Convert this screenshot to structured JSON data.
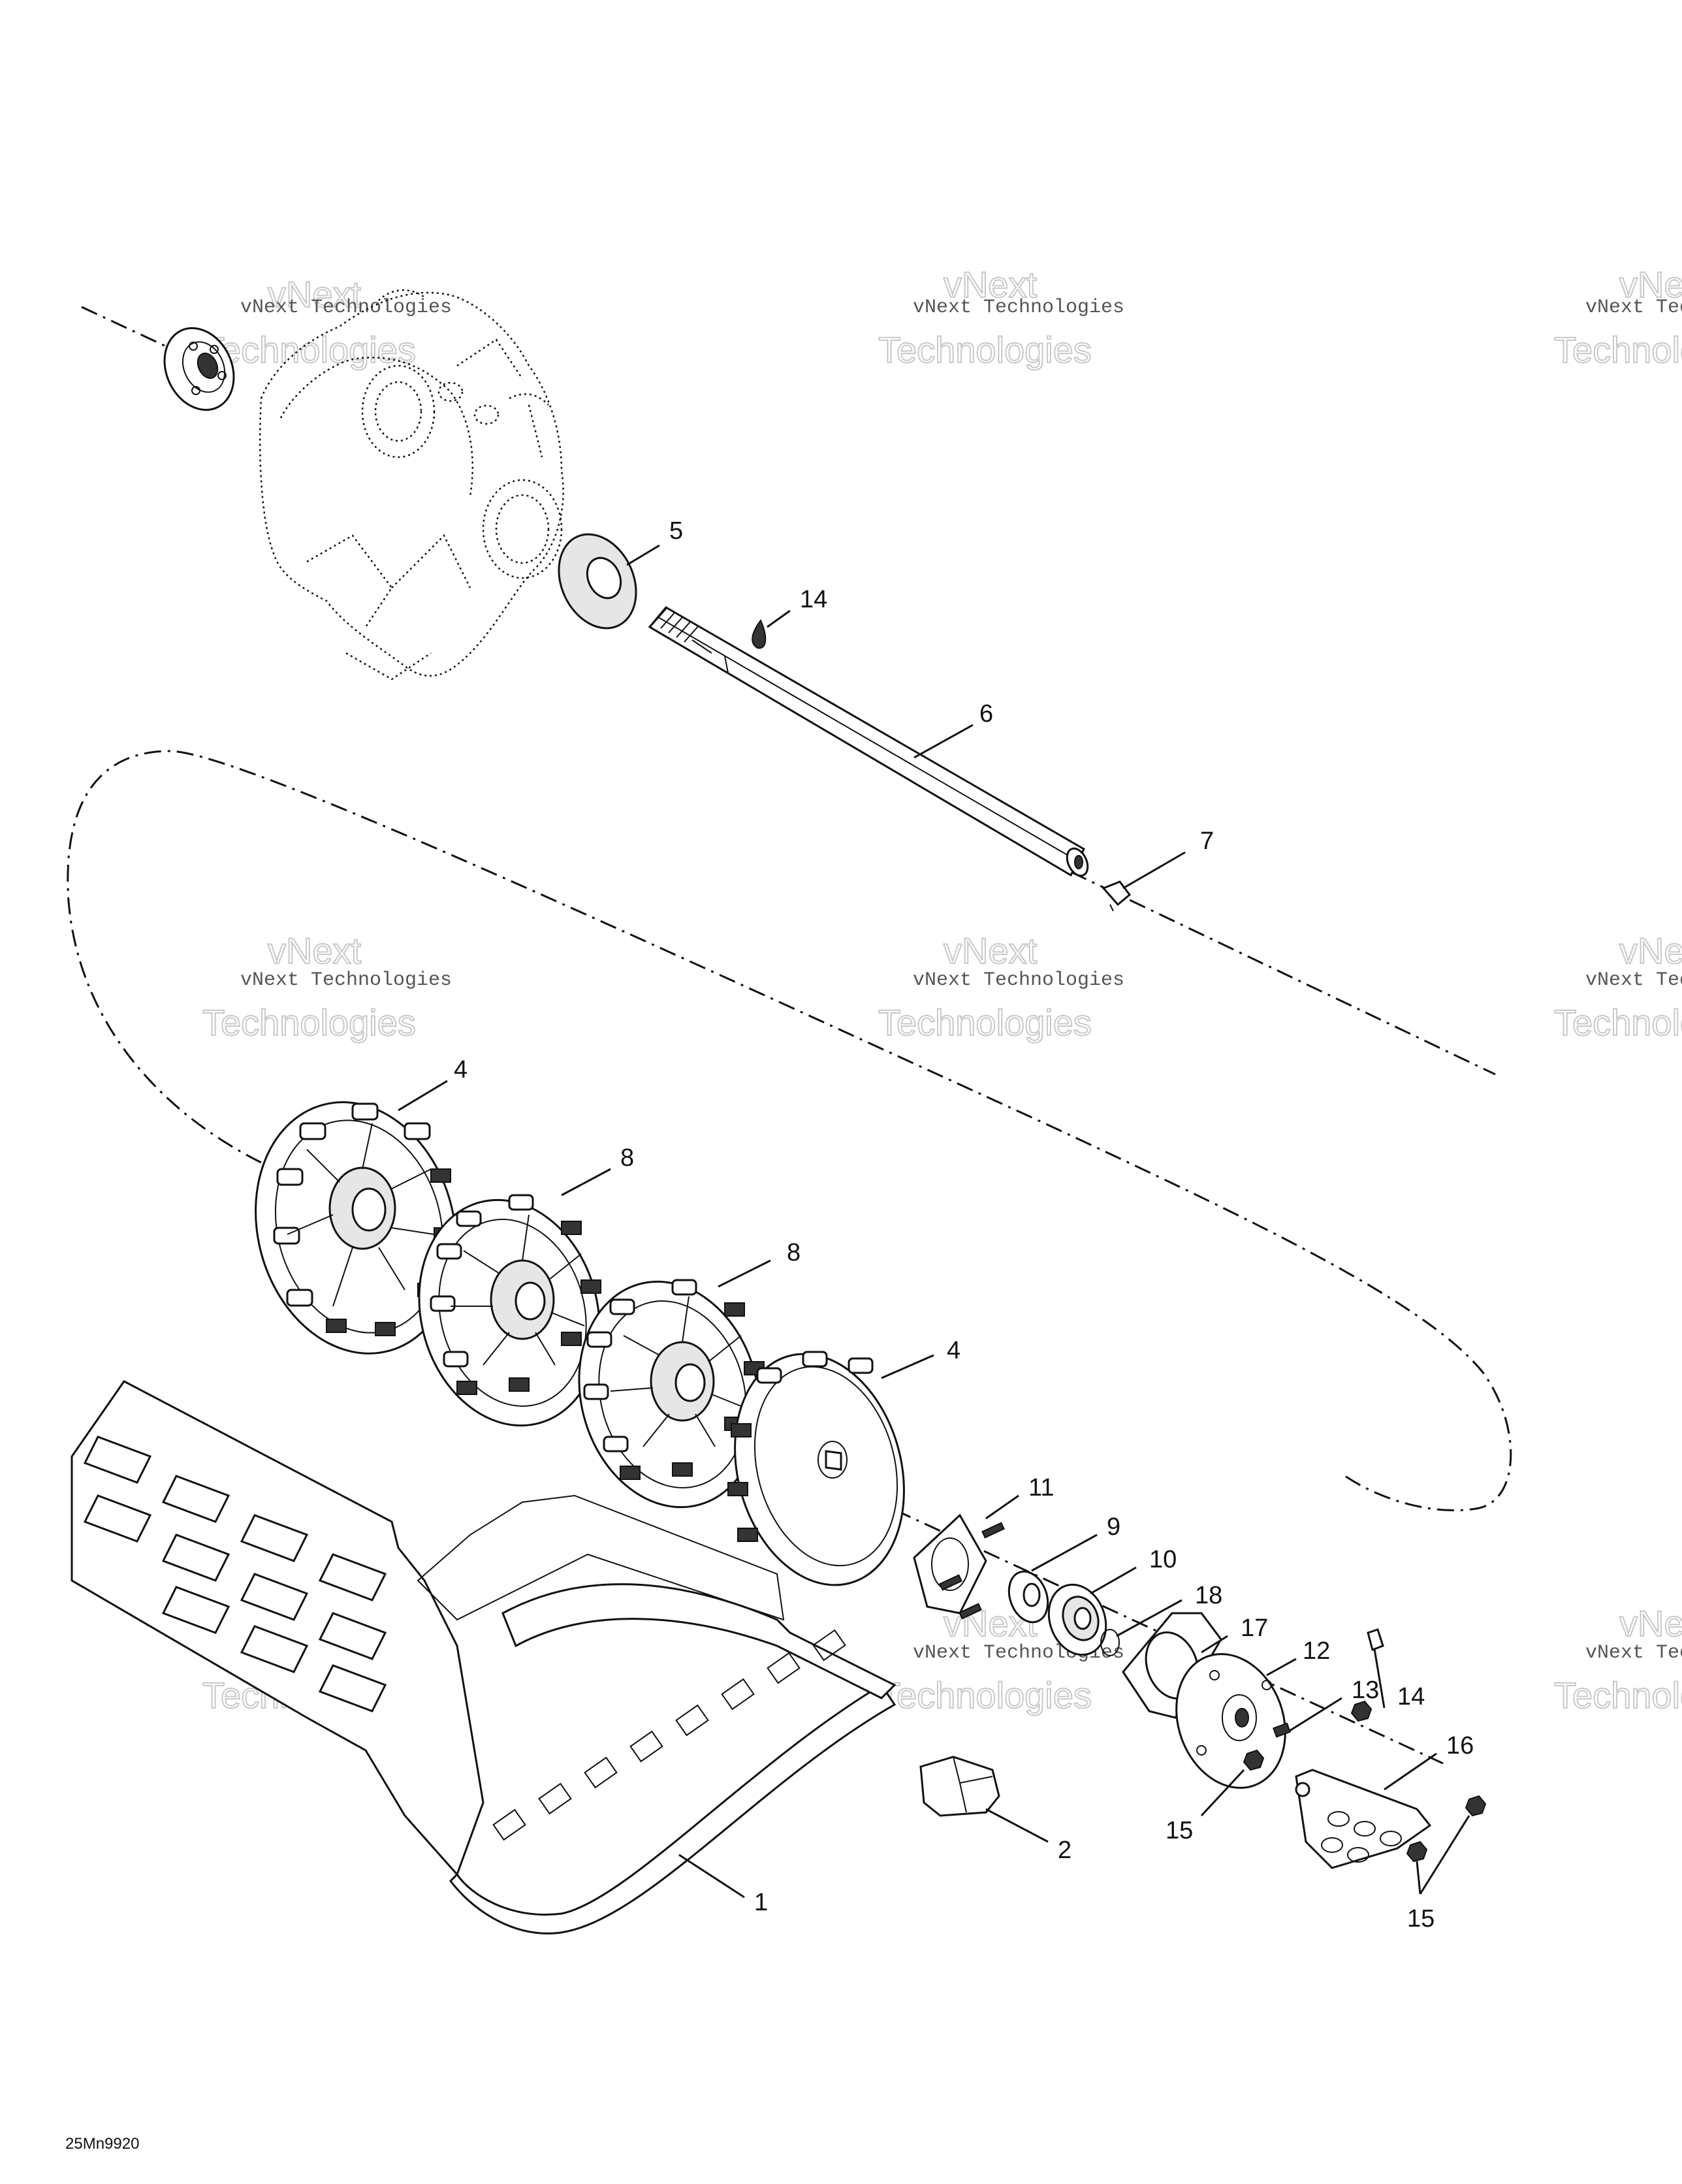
{
  "diagram": {
    "drawing_code": "25Mn9920",
    "watermark": {
      "small": "vNext Technologies",
      "large": "Technologies",
      "top": "vNext"
    },
    "callouts": [
      {
        "id": "c1",
        "label": "1"
      },
      {
        "id": "c2",
        "label": "2"
      },
      {
        "id": "c4a",
        "label": "4"
      },
      {
        "id": "c4b",
        "label": "4"
      },
      {
        "id": "c5",
        "label": "5"
      },
      {
        "id": "c6",
        "label": "6"
      },
      {
        "id": "c7",
        "label": "7"
      },
      {
        "id": "c8a",
        "label": "8"
      },
      {
        "id": "c8b",
        "label": "8"
      },
      {
        "id": "c9",
        "label": "9"
      },
      {
        "id": "c10",
        "label": "10"
      },
      {
        "id": "c11",
        "label": "11"
      },
      {
        "id": "c12",
        "label": "12"
      },
      {
        "id": "c13",
        "label": "13"
      },
      {
        "id": "c14a",
        "label": "14"
      },
      {
        "id": "c14b",
        "label": "14"
      },
      {
        "id": "c15a",
        "label": "15"
      },
      {
        "id": "c15b",
        "label": "15"
      },
      {
        "id": "c16",
        "label": "16"
      },
      {
        "id": "c17",
        "label": "17"
      },
      {
        "id": "c18",
        "label": "18"
      }
    ]
  }
}
